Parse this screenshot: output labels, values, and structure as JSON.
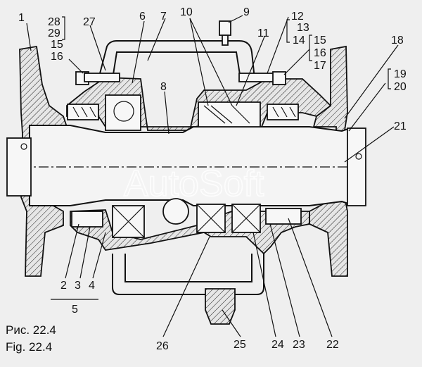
{
  "figure": {
    "caption_ru": "Рис. 22.4",
    "caption_en": "Fig. 22.4",
    "watermark": "AutoSoft"
  },
  "callouts": [
    {
      "id": "c1",
      "text": "1"
    },
    {
      "id": "c28",
      "text": "28"
    },
    {
      "id": "c29",
      "text": "29"
    },
    {
      "id": "c15a",
      "text": "15"
    },
    {
      "id": "c16a",
      "text": "16"
    },
    {
      "id": "c27",
      "text": "27"
    },
    {
      "id": "c6",
      "text": "6"
    },
    {
      "id": "c7",
      "text": "7"
    },
    {
      "id": "c10",
      "text": "10"
    },
    {
      "id": "c9",
      "text": "9"
    },
    {
      "id": "c12",
      "text": "12"
    },
    {
      "id": "c13",
      "text": "13"
    },
    {
      "id": "c14",
      "text": "14"
    },
    {
      "id": "c11",
      "text": "11"
    },
    {
      "id": "c15b",
      "text": "15"
    },
    {
      "id": "c16b",
      "text": "16"
    },
    {
      "id": "c17",
      "text": "17"
    },
    {
      "id": "c18",
      "text": "18"
    },
    {
      "id": "c19",
      "text": "19"
    },
    {
      "id": "c20",
      "text": "20"
    },
    {
      "id": "c8",
      "text": "8"
    },
    {
      "id": "c21",
      "text": "21"
    },
    {
      "id": "c2",
      "text": "2"
    },
    {
      "id": "c3",
      "text": "3"
    },
    {
      "id": "c4",
      "text": "4"
    },
    {
      "id": "c5",
      "text": "5"
    },
    {
      "id": "c26",
      "text": "26"
    },
    {
      "id": "c25",
      "text": "25"
    },
    {
      "id": "c24",
      "text": "24"
    },
    {
      "id": "c23",
      "text": "23"
    },
    {
      "id": "c22",
      "text": "22"
    }
  ]
}
